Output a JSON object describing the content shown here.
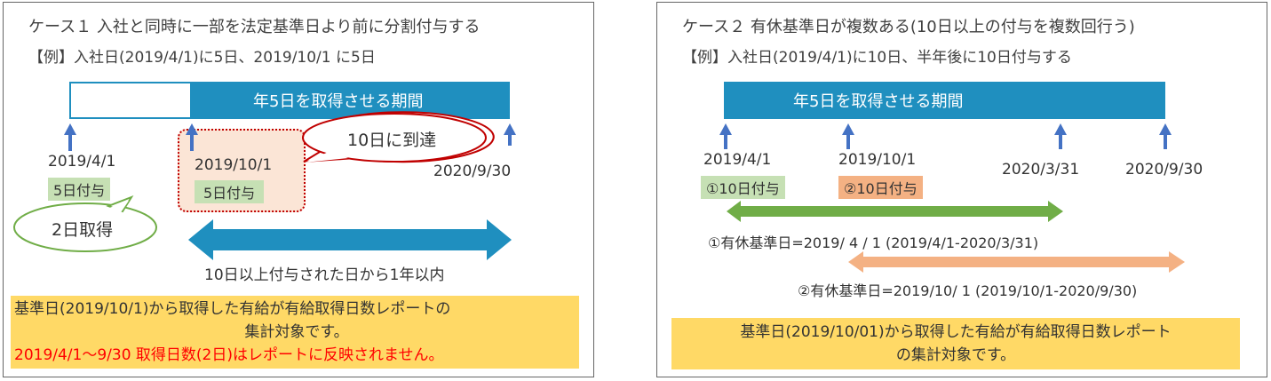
{
  "case1": {
    "title": "ケース１ 入社と同時に一部を法定基準日より前に分割付与する",
    "example": "【例】入社日(2019/4/1)に5日、2019/10/1 に5日",
    "period_label": "年5日を取得させる期間",
    "callout": "10日に到達",
    "date1": "2019/4/1",
    "date2": "2019/10/1",
    "date3": "2020/9/30",
    "grant1": "5日付与",
    "grant2": "5日付与",
    "taken": "2日取得",
    "arrow_label": "10日以上付与された日から1年以内",
    "note_line1": "基準日(2019/10/1)から取得した有給が有給取得日数レポートの",
    "note_line2": "集計対象です。",
    "note_line3": "2019/4/1～9/30 取得日数(2日)はレポートに反映されません。"
  },
  "case2": {
    "title": "ケース２ 有休基準日が複数ある(10日以上の付与を複数回行う)",
    "example": "【例】入社日(2019/4/1)に10日、半年後に10日付与する",
    "period_label": "年5日を取得させる期間",
    "date1": "2019/4/1",
    "date2": "2019/10/1",
    "date3": "2020/3/31",
    "date4": "2020/9/30",
    "grant1": "①10日付与",
    "grant2": "②10日付与",
    "range1": "①有休基準日=2019/ 4 / 1 (2019/4/1-2020/3/31)",
    "range2": "②有休基準日=2019/10/ 1 (2019/10/1-2020/9/30)",
    "note_line1": "基準日(2019/10/01)から取得した有給が有給取得日数レポート",
    "note_line2": "の集計対象です。"
  },
  "colors": {
    "bar": "#1f8fbf",
    "arrow_up": "#4472c4",
    "green": "#70ad47",
    "orange": "#f4b183",
    "note": "#ffd966",
    "red": "#ff0000"
  }
}
